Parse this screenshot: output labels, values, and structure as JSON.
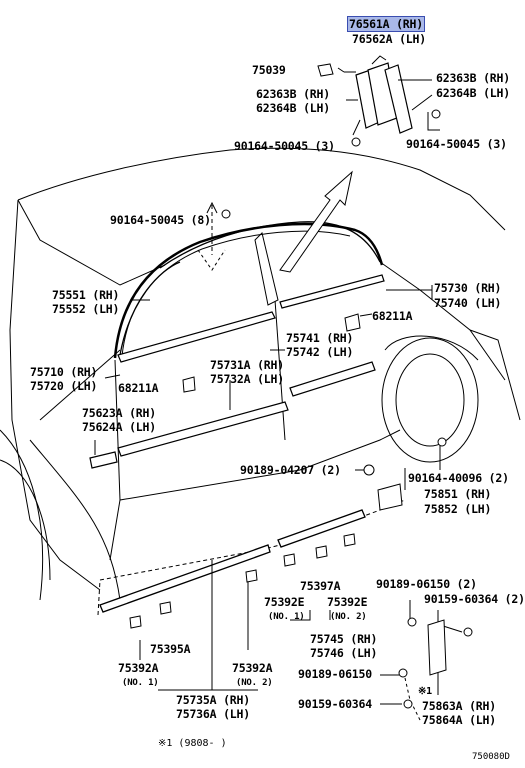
{
  "diagram": {
    "drawing_code": "750080D",
    "footnote": "※1 (9808-        )",
    "footnote_marker": "※1",
    "labels": {
      "l76561A": "76561A (RH)",
      "l76562A": "76562A (LH)",
      "l75039": "75039",
      "l62363B_right": "62363B (RH)",
      "l62364B_right": "62364B (LH)",
      "l62363B_left": "62363B (RH)",
      "l62364B_left": "62364B (LH)",
      "l90164_50045_a": "90164-50045 (3)",
      "l90164_50045_b": "90164-50045 (3)",
      "l90164_50045_c": "90164-50045 (8)",
      "l75551": "75551 (RH)",
      "l75552": "75552 (LH)",
      "l75730": "75730 (RH)",
      "l75740": "75740 (LH)",
      "l68211A_a": "68211A",
      "l75741": "75741 (RH)",
      "l75742": "75742 (LH)",
      "l75710": "75710 (RH)",
      "l75720": "75720 (LH)",
      "l75731A": "75731A (RH)",
      "l75732A": "75732A (LH)",
      "l68211A_b": "68211A",
      "l75623A": "75623A (RH)",
      "l75624A": "75624A (LH)",
      "l90189_04207": "90189-04207 (2)",
      "l90164_40096": "90164-40096 (2)",
      "l75851": "75851 (RH)",
      "l75852": "75852 (LH)",
      "l75397A": "75397A",
      "l75392E_1": "75392E",
      "l75392E_1_sub": "(NO. 1)",
      "l75392E_2": "75392E",
      "l75392E_2_sub": "(NO. 2)",
      "l90189_06150_2": "90189-06150 (2)",
      "l90159_60364_2": "90159-60364 (2)",
      "l75395A": "75395A",
      "l75392A_1": "75392A",
      "l75392A_1_sub": "(NO. 1)",
      "l75392A_2": "75392A",
      "l75392A_2_sub": "(NO. 2)",
      "l75745": "75745 (RH)",
      "l75746": "75746 (LH)",
      "l90189_06150": "90189-06150",
      "l90159_60364": "90159-60364",
      "l75863A": "75863A (RH)",
      "l75864A": "75864A (LH)",
      "l75735A": "75735A (RH)",
      "l75736A": "75736A (LH)"
    }
  }
}
